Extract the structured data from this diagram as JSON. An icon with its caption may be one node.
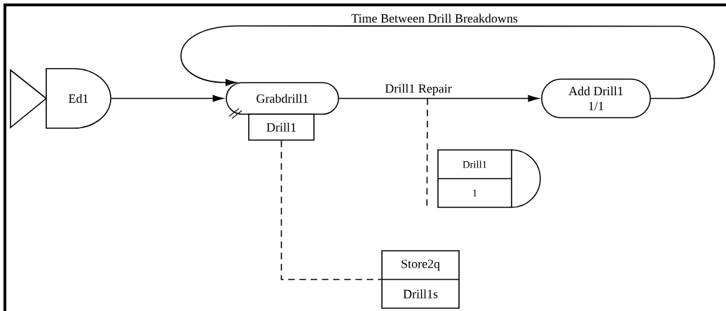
{
  "diagram": {
    "nodes": [
      {
        "text": [
          "Ed1"
        ]
      },
      {
        "text": [
          "Grabdrill1"
        ]
      },
      {
        "text": [
          "Drill1"
        ]
      },
      {
        "text": [
          "Add Drill1",
          "1/1"
        ]
      },
      {
        "text": [
          "Drill1",
          "1"
        ]
      },
      {
        "text": [
          "Store2q",
          "Drill1s"
        ]
      }
    ],
    "edges": [
      {
        "from": 0,
        "to": 1,
        "arrow": "to"
      },
      {
        "from": 1,
        "to": 3,
        "arrow": "to",
        "label": "Drill1 Repair"
      },
      {
        "from": 3,
        "to": 1,
        "arrow": "to",
        "label": "Time Between Drill Breakdowns"
      },
      {
        "from": null,
        "to": 4,
        "arrow": "none",
        "style": "dashed"
      },
      {
        "from": 2,
        "to": 5,
        "arrow": "none",
        "style": "dashed"
      }
    ]
  }
}
